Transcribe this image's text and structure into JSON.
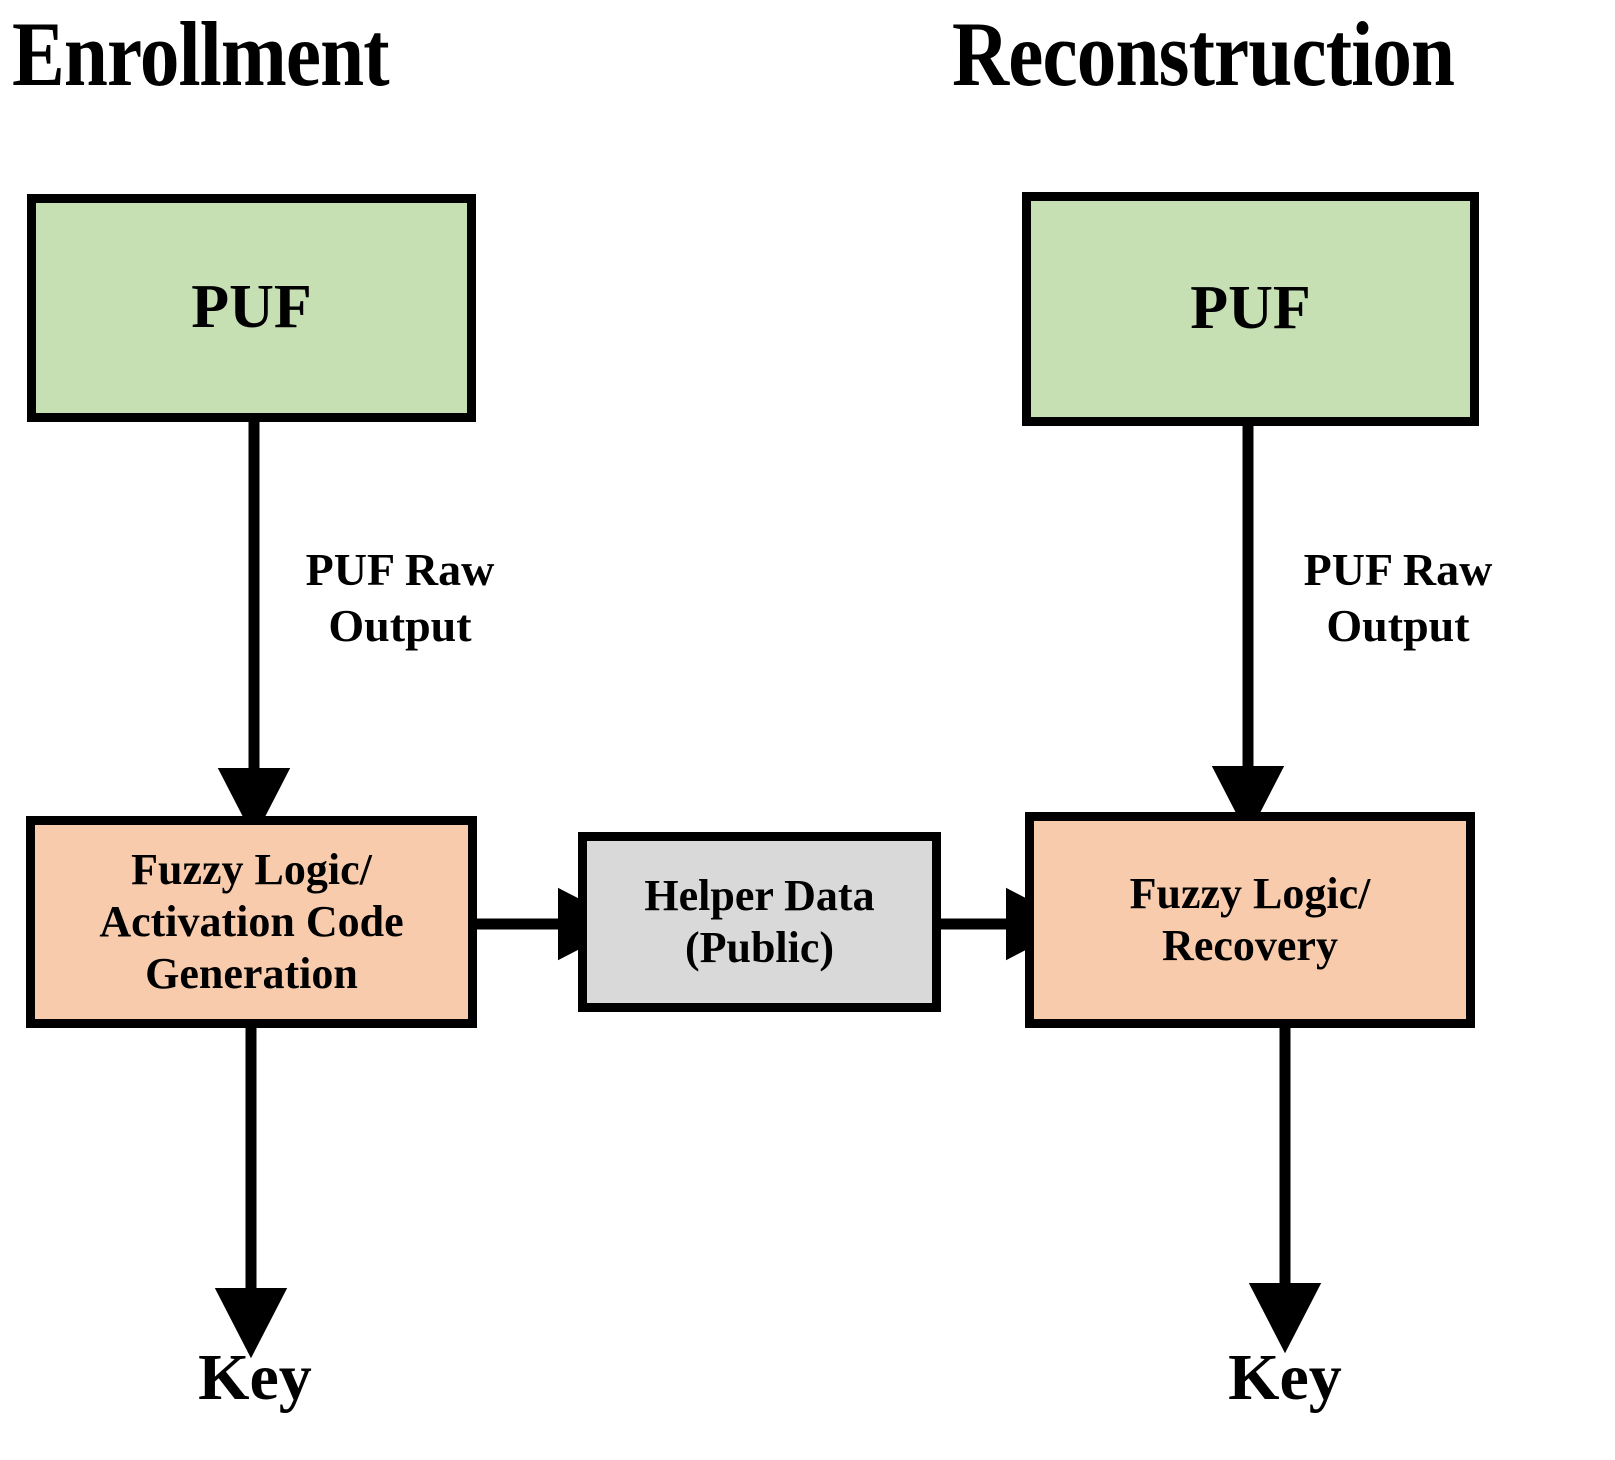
{
  "diagram": {
    "title_left": "Enrollment",
    "title_right": "Reconstruction",
    "colors": {
      "puf_fill": "#c6e0b4",
      "fuzzy_fill": "#f8cbad",
      "helper_fill": "#d9d9d9",
      "stroke": "#000000",
      "background": "#ffffff"
    },
    "nodes": {
      "puf_enroll": "PUF",
      "puf_recon": "PUF",
      "fuzzy_enroll": "Fuzzy Logic/\nActivation Code\nGeneration",
      "fuzzy_recon": "Fuzzy Logic/\nRecovery",
      "helper_data": "Helper Data\n(Public)"
    },
    "edge_labels": {
      "raw_output_left": "PUF Raw\nOutput",
      "raw_output_right": "PUF Raw\nOutput"
    },
    "outputs": {
      "key_left": "Key",
      "key_right": "Key"
    }
  }
}
